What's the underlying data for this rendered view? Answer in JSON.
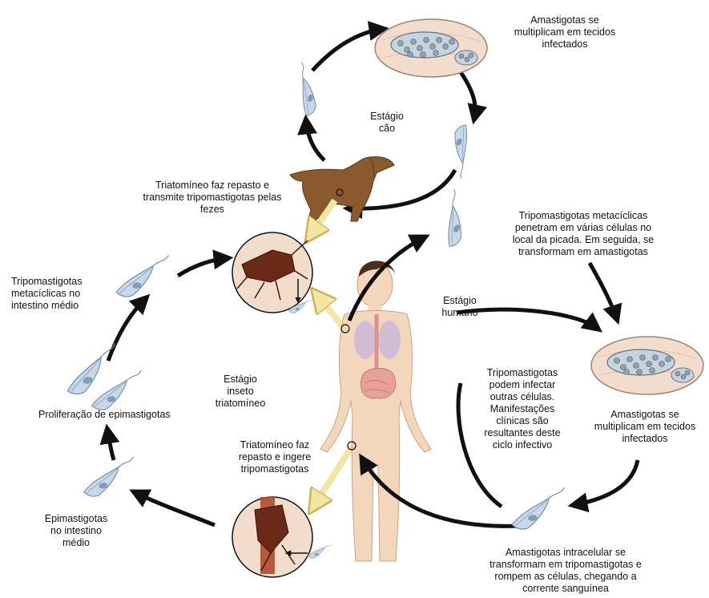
{
  "labels": {
    "dog_amastigotes": "Amastigotas se\nmultiplicam em tecidos\ninfectados",
    "dog_stage": "Estágio\ncão",
    "bug_transmit": "Triatomíneo faz repasto e\ntransmite tripomastigotas pelas\nfezes",
    "metacyclic_penetrate": "Tripomastigotas metacíclicas\npenetram em várias células no\nlocal da picada. Em seguida, se\ntransformam em amastigotas",
    "metacyclic_midgut": "Tripomastigotas\nmetacíclicas no\nintestino médio",
    "human_stage": "Estágio\nhumano",
    "human_amastigotes": "Amastigotas se\nmultiplicam em tecidos\ninfectados",
    "trypo_infect": "Tripomastigotas\npodem infectar\noutras células.\nManifestações\nclínicas são\nresultantes deste\nciclo infectivo",
    "insect_stage": "Estágio\ninseto\ntriatomíneo",
    "epimastigote_prolif": "Proliferação de epimastigotas",
    "bug_ingest": "Triatomíneo faz\nrepasto e ingere\ntripomastigotas",
    "epimastigote_midgut": "Epimastigotas\nno intestino\nmédio",
    "amastigote_transform": "Amastigotas intracelular se\ntransformam em tripomastigotas e\nrompem as células, chegando a\ncorrente sanguínea"
  },
  "colors": {
    "arrow": "#111111",
    "transfer_arrow": "#f3e6a3",
    "tissue": "#f2dccb",
    "cell": "#c9d3dc",
    "parasite": "#c8d8e8",
    "skin": "#f3d7bd",
    "dog": "#8a5a2e"
  }
}
